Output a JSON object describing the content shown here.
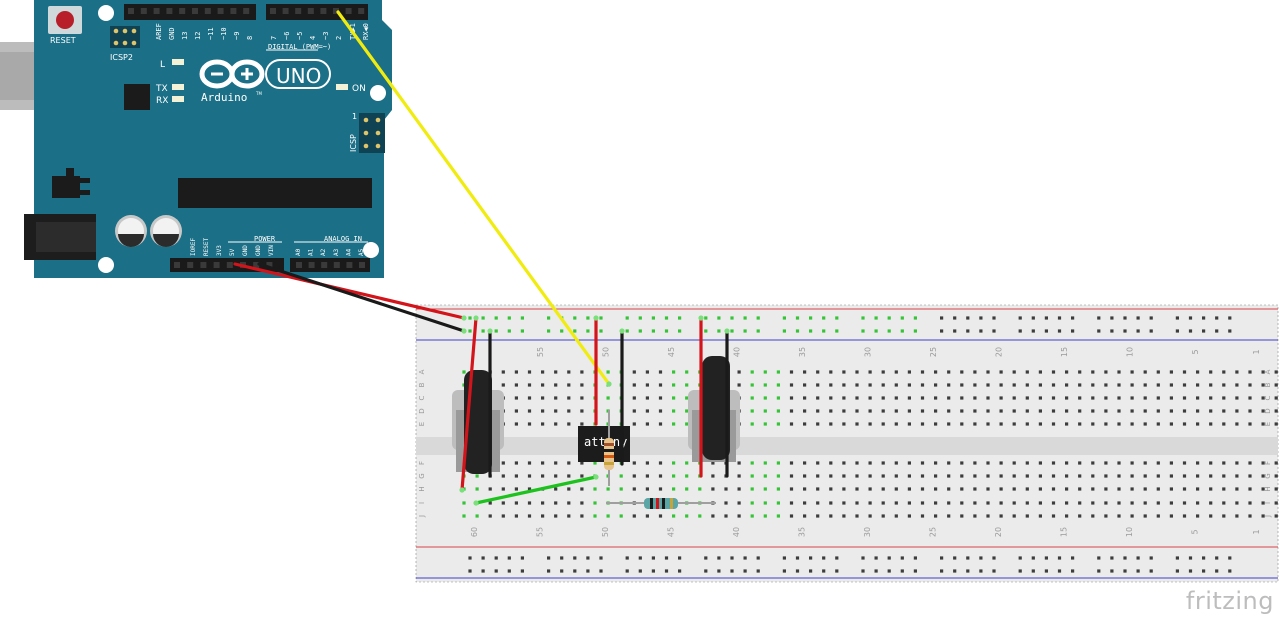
{
  "arduino": {
    "reset": "RESET",
    "icsp2": "ICSP2",
    "icsp": "ICSP",
    "icsp_pin1": "1",
    "led_l": "L",
    "led_tx": "TX",
    "led_rx": "RX",
    "led_on": "ON",
    "brand": "Arduino",
    "trademark": "TM",
    "model": "UNO",
    "digital_label": "DIGITAL (PWM=~)",
    "digital_pins": [
      "AREF",
      "GND",
      "13",
      "12",
      "~11",
      "~10",
      "~9",
      "8",
      "7",
      "~6",
      "~5",
      "4",
      "~3",
      "2",
      "TX▶1",
      "RX◀0"
    ],
    "power_label": "POWER",
    "power_pins": [
      "IOREF",
      "RESET",
      "3V3",
      "5V",
      "GND",
      "GND",
      "VIN"
    ],
    "analog_label": "ANALOG IN",
    "analog_pins": [
      "A0",
      "A1",
      "A2",
      "A3",
      "A4",
      "A5"
    ]
  },
  "breadboard": {
    "column_numbers": [
      "55",
      "50",
      "45",
      "40",
      "35",
      "30",
      "25",
      "20",
      "15",
      "10",
      "5",
      "1"
    ],
    "bottom_column_numbers": [
      "60",
      "55",
      "50",
      "45",
      "40",
      "35",
      "30",
      "25",
      "20",
      "15",
      "10",
      "5",
      "1"
    ],
    "row_letters_top": [
      "A",
      "B",
      "C",
      "D",
      "E"
    ],
    "row_letters_bottom": [
      "F",
      "G",
      "H",
      "I",
      "J"
    ]
  },
  "components": {
    "chip_label": "attiny"
  },
  "colors": {
    "board": "#1b6f86",
    "board_dark": "#125668",
    "wire_red": "#d3141b",
    "wire_black": "#1a1a1a",
    "wire_yellow": "#f0ec10",
    "wire_green": "#1ec21e",
    "rail_red": "#d9464a",
    "rail_blue": "#3d3fc8",
    "hole_green": "#35c435"
  },
  "watermark": "fritzing"
}
